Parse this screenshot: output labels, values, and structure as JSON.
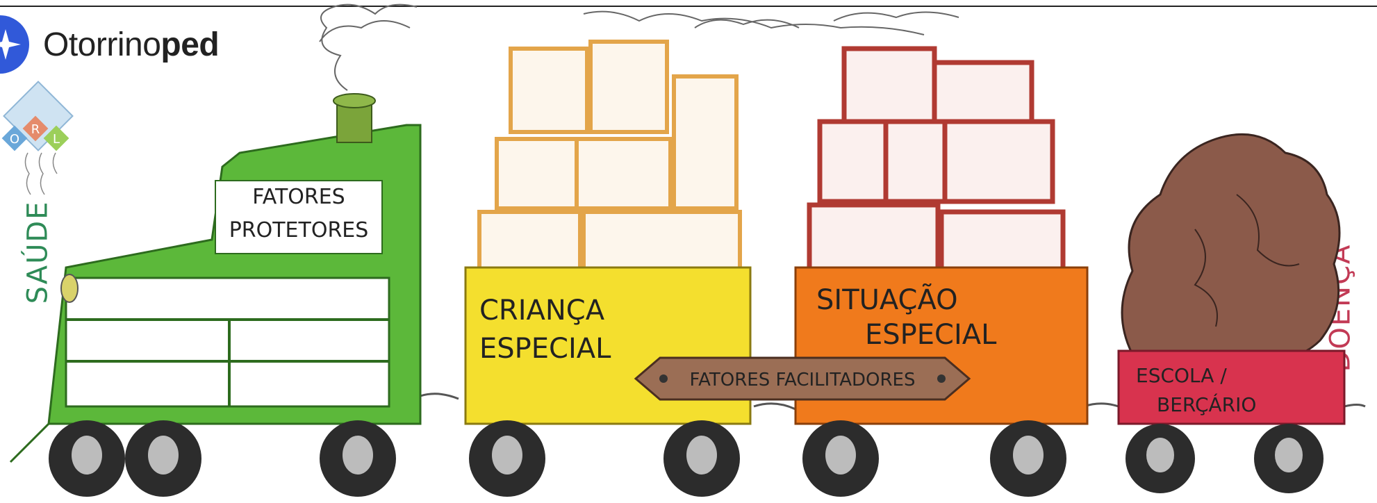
{
  "brand": {
    "prefix": "Otorrino",
    "suffix": "ped"
  },
  "badge": {
    "letters": [
      "O",
      "R",
      "L"
    ]
  },
  "axis": {
    "left": "SAÚDE",
    "right": "DOENÇA"
  },
  "cars": {
    "locomotive": "FATORES PROTETORES",
    "child_line1": "CRIANÇA",
    "child_line2": "ESPECIAL",
    "situation_line1": "SITUAÇÃO",
    "situation_line2": "ESPECIAL",
    "school_line1": "ESCOLA /",
    "school_line2": "BERÇÁRIO"
  },
  "sign": "FATORES FACILITADORES",
  "colors": {
    "locomotive": "#5cb83a",
    "child_car": "#f4df2e",
    "situation_car": "#f07a1c",
    "school_car": "#d8334e",
    "box_orange": "#e3a54a",
    "box_red": "#b03a32",
    "rock": "#8b5a4a",
    "wheel": "#2c2c2c",
    "sign": "#9b6e55"
  },
  "icons": [
    "spark-logo-icon",
    "orl-diamond-icon",
    "smoke-icon",
    "wheel-icon",
    "rock-icon"
  ]
}
